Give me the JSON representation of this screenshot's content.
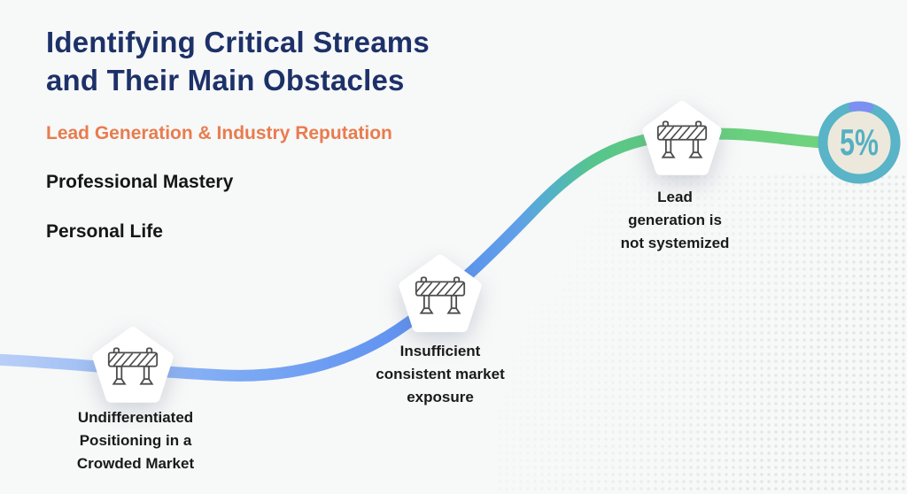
{
  "page": {
    "title_line1": "Identifying Critical Streams",
    "title_line2": "and Their Main Obstacles"
  },
  "streams": [
    {
      "label": "Lead Generation & Industry Reputation",
      "highlighted": true,
      "color": "#e87c4e"
    },
    {
      "label": "Professional Mastery",
      "highlighted": false,
      "color": "#161616"
    },
    {
      "label": "Personal Life",
      "highlighted": false,
      "color": "#161616"
    }
  ],
  "obstacles": [
    {
      "icon": "roadblock-barrier-icon",
      "lines": [
        "Undifferentiated",
        "Positioning in a",
        "Crowded Market"
      ]
    },
    {
      "icon": "roadblock-barrier-icon",
      "lines": [
        "Insufficient",
        "consistent market",
        "exposure"
      ]
    },
    {
      "icon": "roadblock-barrier-icon",
      "lines": [
        "Lead",
        "generation is",
        "not systemized"
      ]
    }
  ],
  "progress": {
    "label": "5%",
    "ring_color": "#58b4c6",
    "segment_color": "#7b90f0",
    "inner_color": "#ece9dc",
    "text_color": "#55b0c2"
  },
  "colors": {
    "background": "#f7f8f8",
    "title": "#1d3169",
    "curve_gradient": [
      "#b8cef7",
      "#7aa8f3",
      "#5b8ef0",
      "#60a0e8",
      "#52b3c4",
      "#55c48e",
      "#62cd7d",
      "#77d57f"
    ],
    "dots": "#e3e5e5"
  }
}
